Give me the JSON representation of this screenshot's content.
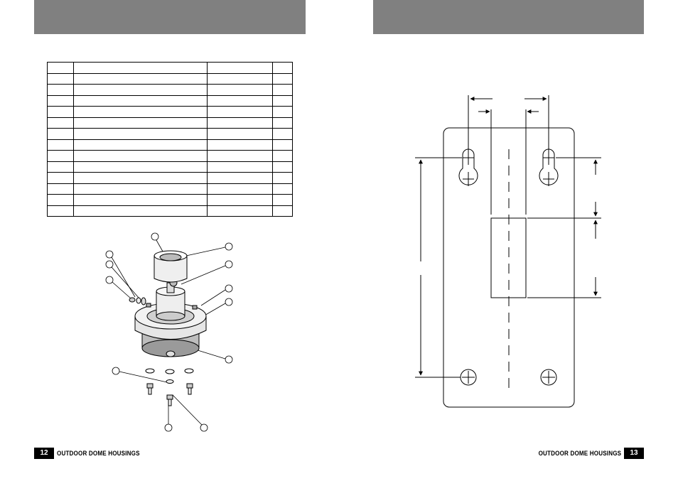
{
  "pages": {
    "left": {
      "number": "12",
      "footer_title": "OUTDOOR DOME HOUSINGS"
    },
    "right": {
      "number": "13",
      "footer_title": "OUTDOOR DOME HOUSINGS"
    }
  },
  "parts_table": {
    "row_count": 14,
    "column_count": 4
  },
  "colors": {
    "header_bar": "#808080",
    "page_number_bg": "#000000",
    "line": "#000000"
  }
}
